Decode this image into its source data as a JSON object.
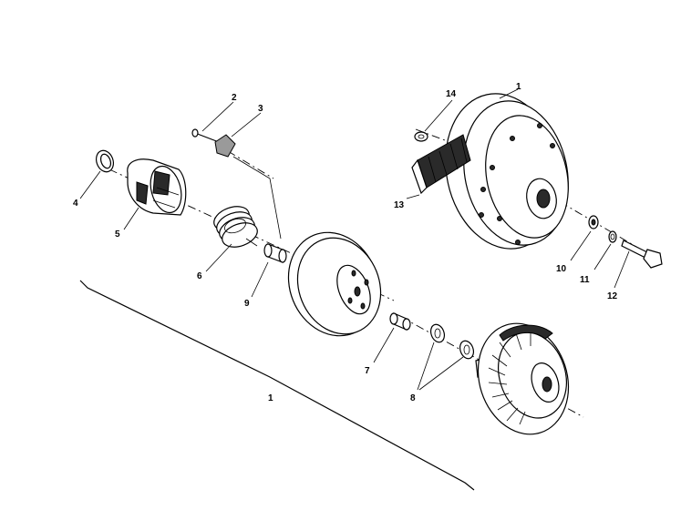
{
  "diagram": {
    "callouts": [
      {
        "id": "1",
        "label": "1"
      },
      {
        "id": "1-top",
        "label": "1"
      },
      {
        "id": "2",
        "label": "2"
      },
      {
        "id": "3",
        "label": "3"
      },
      {
        "id": "4",
        "label": "4"
      },
      {
        "id": "5",
        "label": "5"
      },
      {
        "id": "6",
        "label": "6"
      },
      {
        "id": "7",
        "label": "7"
      },
      {
        "id": "8",
        "label": "8"
      },
      {
        "id": "9",
        "label": "9"
      },
      {
        "id": "10",
        "label": "10"
      },
      {
        "id": "11",
        "label": "11"
      },
      {
        "id": "12",
        "label": "12"
      },
      {
        "id": "13",
        "label": "13"
      },
      {
        "id": "14",
        "label": "14"
      }
    ]
  }
}
